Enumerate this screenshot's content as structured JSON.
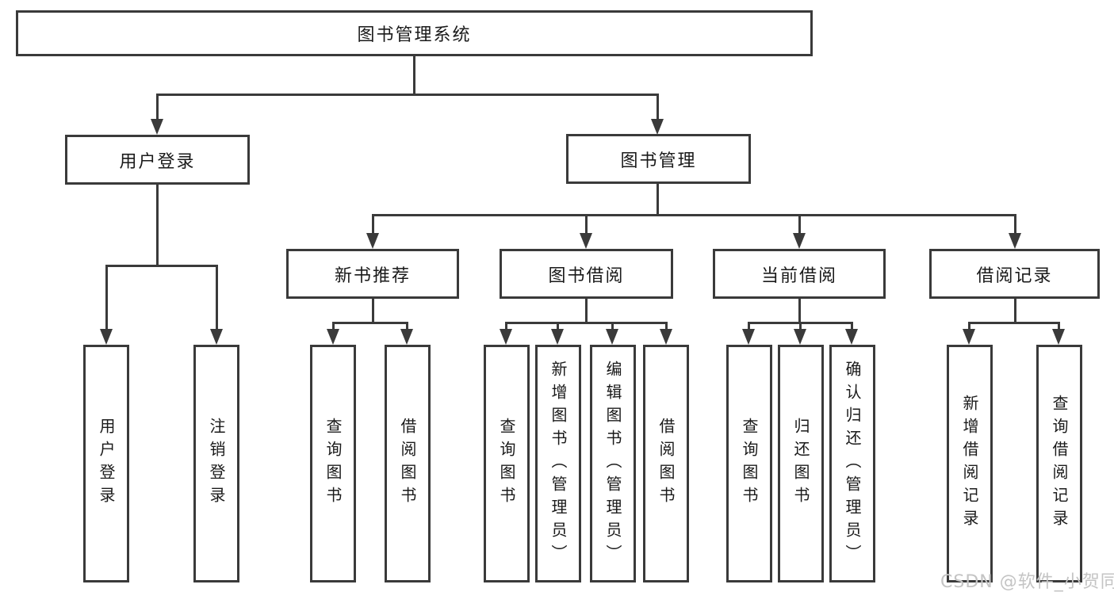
{
  "tree": {
    "label": "图书管理系统",
    "children": [
      {
        "label": "用户登录",
        "children": [
          {
            "label": "用户登录"
          },
          {
            "label": "注销登录"
          }
        ]
      },
      {
        "label": "图书管理",
        "children": [
          {
            "label": "新书推荐",
            "children": [
              {
                "label": "查询图书"
              },
              {
                "label": "借阅图书"
              }
            ]
          },
          {
            "label": "图书借阅",
            "children": [
              {
                "label": "查询图书"
              },
              {
                "label": "新增图书（管理员）"
              },
              {
                "label": "编辑图书（管理员）"
              },
              {
                "label": "借阅图书"
              }
            ]
          },
          {
            "label": "当前借阅",
            "children": [
              {
                "label": "查询图书"
              },
              {
                "label": "归还图书"
              },
              {
                "label": "确认归还（管理员）"
              }
            ]
          },
          {
            "label": "借阅记录",
            "children": [
              {
                "label": "新增借阅记录"
              },
              {
                "label": "查询借阅记录"
              }
            ]
          }
        ]
      }
    ]
  },
  "watermark": {
    "text": "CSDN @软件_小贺同学"
  },
  "colors": {
    "line": "#3a3a3a",
    "text": "#1a1a1a",
    "watermark": "#c4c4c4",
    "background": "#ffffff"
  }
}
